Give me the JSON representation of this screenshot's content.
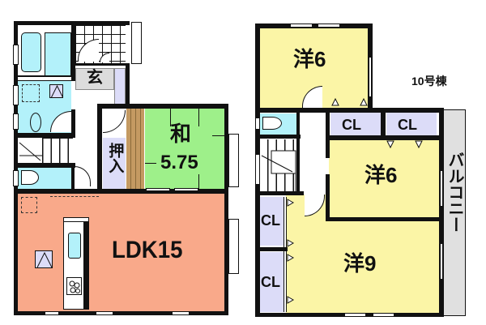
{
  "floor1": {
    "rooms": {
      "genkan": "玄",
      "washitsu_name": "和",
      "washitsu_size": "5.75",
      "oshiire": "押入",
      "ldk": "LDK15"
    }
  },
  "floor2": {
    "building_label": "10号棟",
    "rooms": {
      "western1": "洋6",
      "western2": "洋6",
      "western3": "洋9",
      "closet1": "CL",
      "closet2": "CL",
      "closet3": "CL",
      "closet4": "CL",
      "balcony": "バルコニー"
    }
  },
  "colors": {
    "ldk": "#F9A98A",
    "washitsu": "#9EF08A",
    "western": "#FBF5A6",
    "closet": "#DCDCF8",
    "wet_area": "#B3F1FA",
    "genkan": "#DCDCDC",
    "balcony": "#E0E0E0",
    "wood": "#C49A62"
  }
}
